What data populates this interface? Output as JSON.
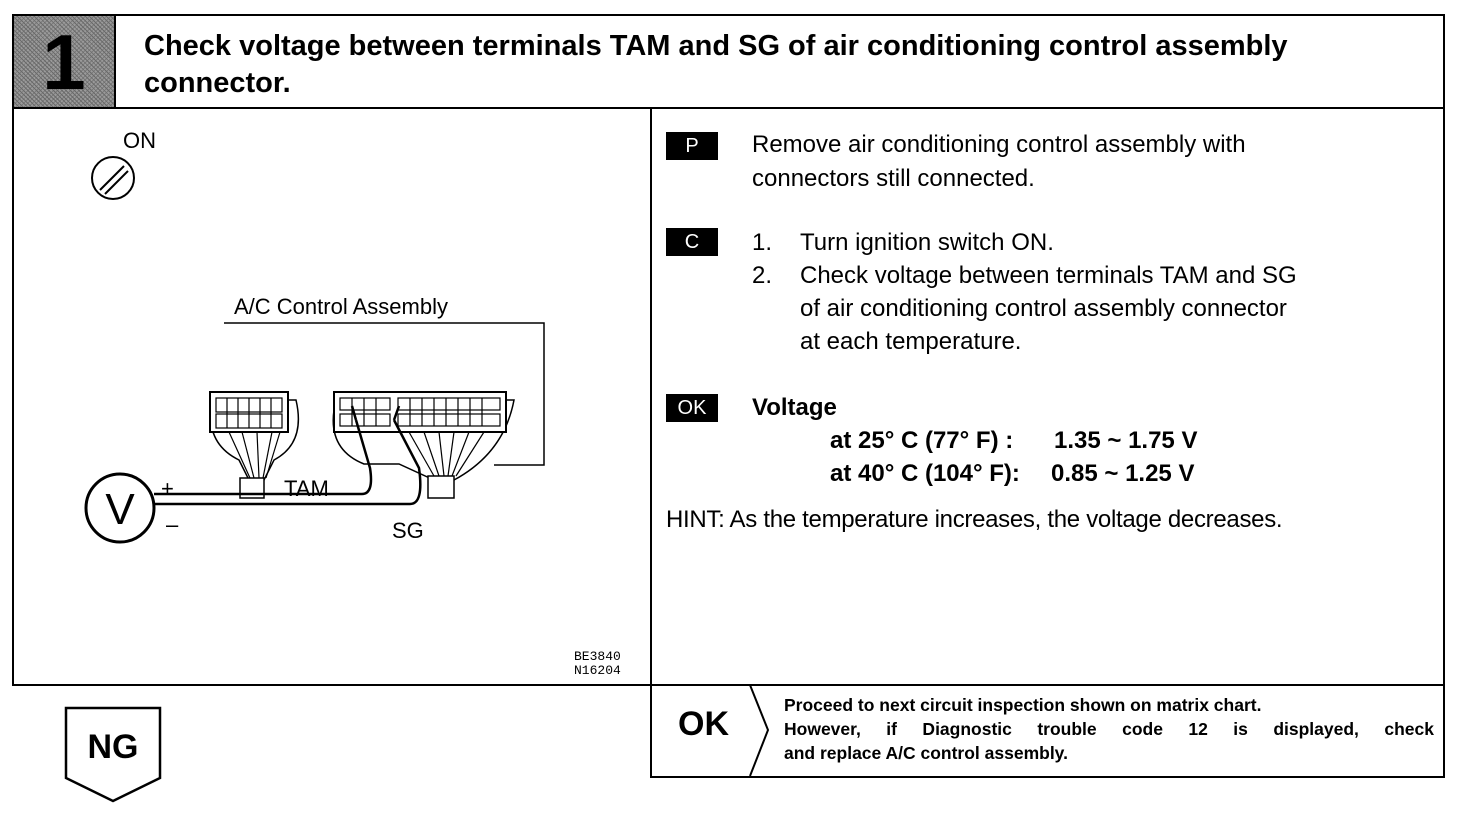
{
  "header": {
    "step_number": "1",
    "title": "Check voltage between terminals TAM and SG of air conditioning control assembly connector."
  },
  "diagram": {
    "switch_label": "ON",
    "assembly_label": "A/C Control Assembly",
    "plus_sign": "+",
    "minus_sign": "–",
    "meter_symbol": "V",
    "terminal_tam": "TAM",
    "terminal_sg": "SG",
    "figure_code_1": "BE3840",
    "figure_code_2": "N16204"
  },
  "instructions": {
    "p_badge": "P",
    "p_text_line1": "Remove air conditioning control assembly with",
    "p_text_line2": "connectors still connected.",
    "c_badge": "C",
    "c_step1_num": "1.",
    "c_step1": "Turn ignition switch ON.",
    "c_step2_num": "2.",
    "c_step2_line1": "Check voltage between terminals TAM and SG",
    "c_step2_line2": "of air conditioning control assembly connector",
    "c_step2_line3": "at each temperature.",
    "ok_badge": "OK",
    "voltage_title": "Voltage",
    "spec1_cond": "at 25° C (77° F)  :",
    "spec1_value": "1.35 ~ 1.75 V",
    "spec2_cond": "at 40° C (104° F):",
    "spec2_value": "0.85 ~ 1.25 V",
    "hint": "HINT: As the temperature increases, the voltage decreases."
  },
  "result_ok": {
    "label": "OK",
    "line1": "Proceed to next circuit inspection shown on matrix chart.",
    "line2": "However, if Diagnostic trouble code 12 is displayed, check",
    "line3": "and replace A/C control assembly."
  },
  "result_ng": {
    "label": "NG"
  }
}
